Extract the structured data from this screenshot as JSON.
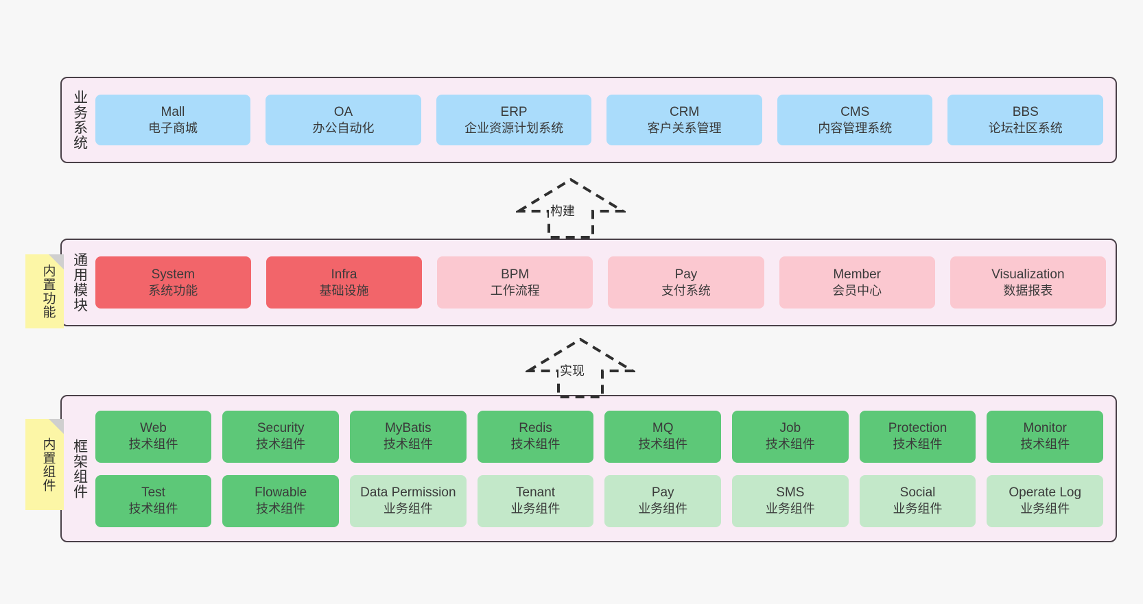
{
  "layers": [
    {
      "id": "business",
      "label": "业务系统",
      "cards": [
        {
          "en": "Mall",
          "cn": "电子商城",
          "color": "#aadcfb"
        },
        {
          "en": "OA",
          "cn": "办公自动化",
          "color": "#aadcfb"
        },
        {
          "en": "ERP",
          "cn": "企业资源计划系统",
          "color": "#aadcfb"
        },
        {
          "en": "CRM",
          "cn": "客户关系管理",
          "color": "#aadcfb"
        },
        {
          "en": "CMS",
          "cn": "内容管理系统",
          "color": "#aadcfb"
        },
        {
          "en": "BBS",
          "cn": "论坛社区系统",
          "color": "#aadcfb"
        }
      ]
    },
    {
      "id": "modules",
      "label": "通用模块",
      "sticky": "内置功能",
      "cards": [
        {
          "en": "System",
          "cn": "系统功能",
          "color": "#f2656a"
        },
        {
          "en": "Infra",
          "cn": "基础设施",
          "color": "#f2656a"
        },
        {
          "en": "BPM",
          "cn": "工作流程",
          "color": "#fbc8d0"
        },
        {
          "en": "Pay",
          "cn": "支付系统",
          "color": "#fbc8d0"
        },
        {
          "en": "Member",
          "cn": "会员中心",
          "color": "#fbc8d0"
        },
        {
          "en": "Visualization",
          "cn": "数据报表",
          "color": "#fbc8d0"
        }
      ]
    },
    {
      "id": "framework",
      "label": "框架组件",
      "sticky": "内置组件",
      "row1": [
        {
          "en": "Web",
          "cn": "技术组件",
          "color": "#5dc878"
        },
        {
          "en": "Security",
          "cn": "技术组件",
          "color": "#5dc878"
        },
        {
          "en": "MyBatis",
          "cn": "技术组件",
          "color": "#5dc878"
        },
        {
          "en": "Redis",
          "cn": "技术组件",
          "color": "#5dc878"
        },
        {
          "en": "MQ",
          "cn": "技术组件",
          "color": "#5dc878"
        },
        {
          "en": "Job",
          "cn": "技术组件",
          "color": "#5dc878"
        },
        {
          "en": "Protection",
          "cn": "技术组件",
          "color": "#5dc878"
        },
        {
          "en": "Monitor",
          "cn": "技术组件",
          "color": "#5dc878"
        }
      ],
      "row2": [
        {
          "en": "Test",
          "cn": "技术组件",
          "color": "#5dc878"
        },
        {
          "en": "Flowable",
          "cn": "技术组件",
          "color": "#5dc878"
        },
        {
          "en": "Data Permission",
          "cn": "业务组件",
          "color": "#c3e8c9"
        },
        {
          "en": "Tenant",
          "cn": "业务组件",
          "color": "#c3e8c9"
        },
        {
          "en": "Pay",
          "cn": "业务组件",
          "color": "#c3e8c9"
        },
        {
          "en": "SMS",
          "cn": "业务组件",
          "color": "#c3e8c9"
        },
        {
          "en": "Social",
          "cn": "业务组件",
          "color": "#c3e8c9"
        },
        {
          "en": "Operate Log",
          "cn": "业务组件",
          "color": "#c3e8c9"
        }
      ]
    }
  ],
  "arrows": [
    {
      "id": "build",
      "label": "构建"
    },
    {
      "id": "impl",
      "label": "实现"
    }
  ],
  "colors": {
    "panel_bg": "#f9ebf5",
    "panel_border": "#4a4048",
    "page_bg": "#f7f7f7",
    "sticky_bg": "#fcf6a6",
    "sticky_fold": "#cfcfcf",
    "blue": "#aadcfb",
    "red": "#f2656a",
    "pink": "#fbc8d0",
    "green": "#5dc878",
    "light_green": "#c3e8c9",
    "arrow_stroke": "#2f2f2f"
  }
}
